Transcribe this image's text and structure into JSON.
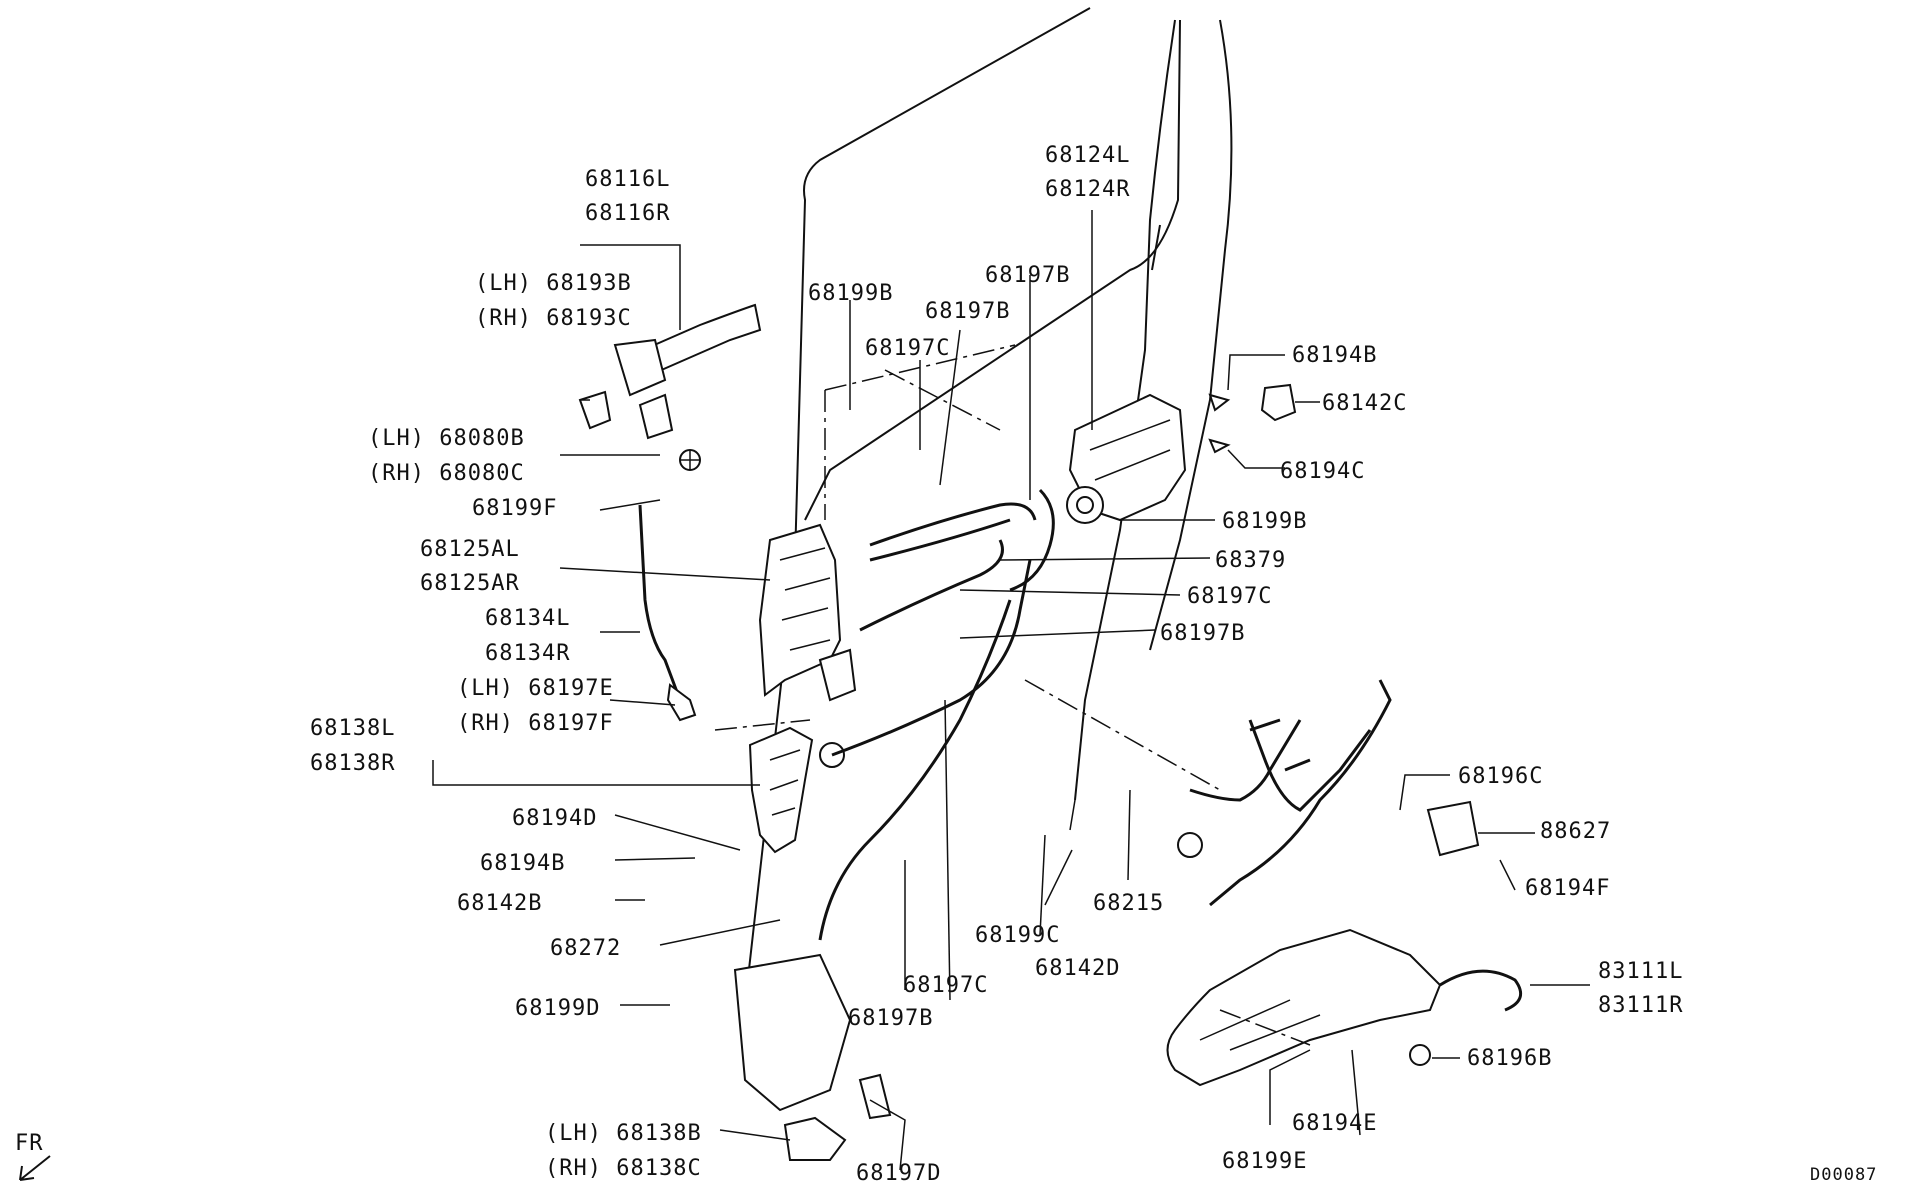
{
  "labels": {
    "l_68116L": "68116L",
    "l_68116R": "68116R",
    "l_68193B": "(LH) 68193B",
    "l_68193C": "(RH) 68193C",
    "l_68080B": "(LH) 68080B",
    "l_68080C": "(RH) 68080C",
    "l_68199F": "68199F",
    "l_68125AL": "68125AL",
    "l_68125AR": "68125AR",
    "l_68134L": "68134L",
    "l_68134R": "68134R",
    "l_68197E": "(LH) 68197E",
    "l_68197F": "(RH) 68197F",
    "l_68138L": "68138L",
    "l_68138R": "68138R",
    "l_68194D": "68194D",
    "l_68194B_l": "68194B",
    "l_68142B": "68142B",
    "l_68272": "68272",
    "l_68199D": "68199D",
    "l_68138B": "(LH) 68138B",
    "l_68138C": "(RH) 68138C",
    "l_68197D": "68197D",
    "l_68197B_bottom": "68197B",
    "l_68197C_bottom": "68197C",
    "l_68199B_top": "68199B",
    "l_68197C_top": "68197C",
    "l_68197B_mid": "68197B",
    "l_68197B_top": "68197B",
    "l_68124L": "68124L",
    "l_68124R": "68124R",
    "l_68194B_r": "68194B",
    "l_68142C": "68142C",
    "l_68194C": "68194C",
    "l_68199B_r": "68199B",
    "l_68379": "68379",
    "l_68197C_r": "68197C",
    "l_68197B_r": "68197B",
    "l_68196C": "68196C",
    "l_88627": "88627",
    "l_68194F": "68194F",
    "l_68215": "68215",
    "l_68199C": "68199C",
    "l_68142D": "68142D",
    "l_83111L": "83111L",
    "l_83111R": "83111R",
    "l_68196B": "68196B",
    "l_68194E": "68194E",
    "l_68199E": "68199E",
    "fr": "FR",
    "code": "D00087"
  }
}
